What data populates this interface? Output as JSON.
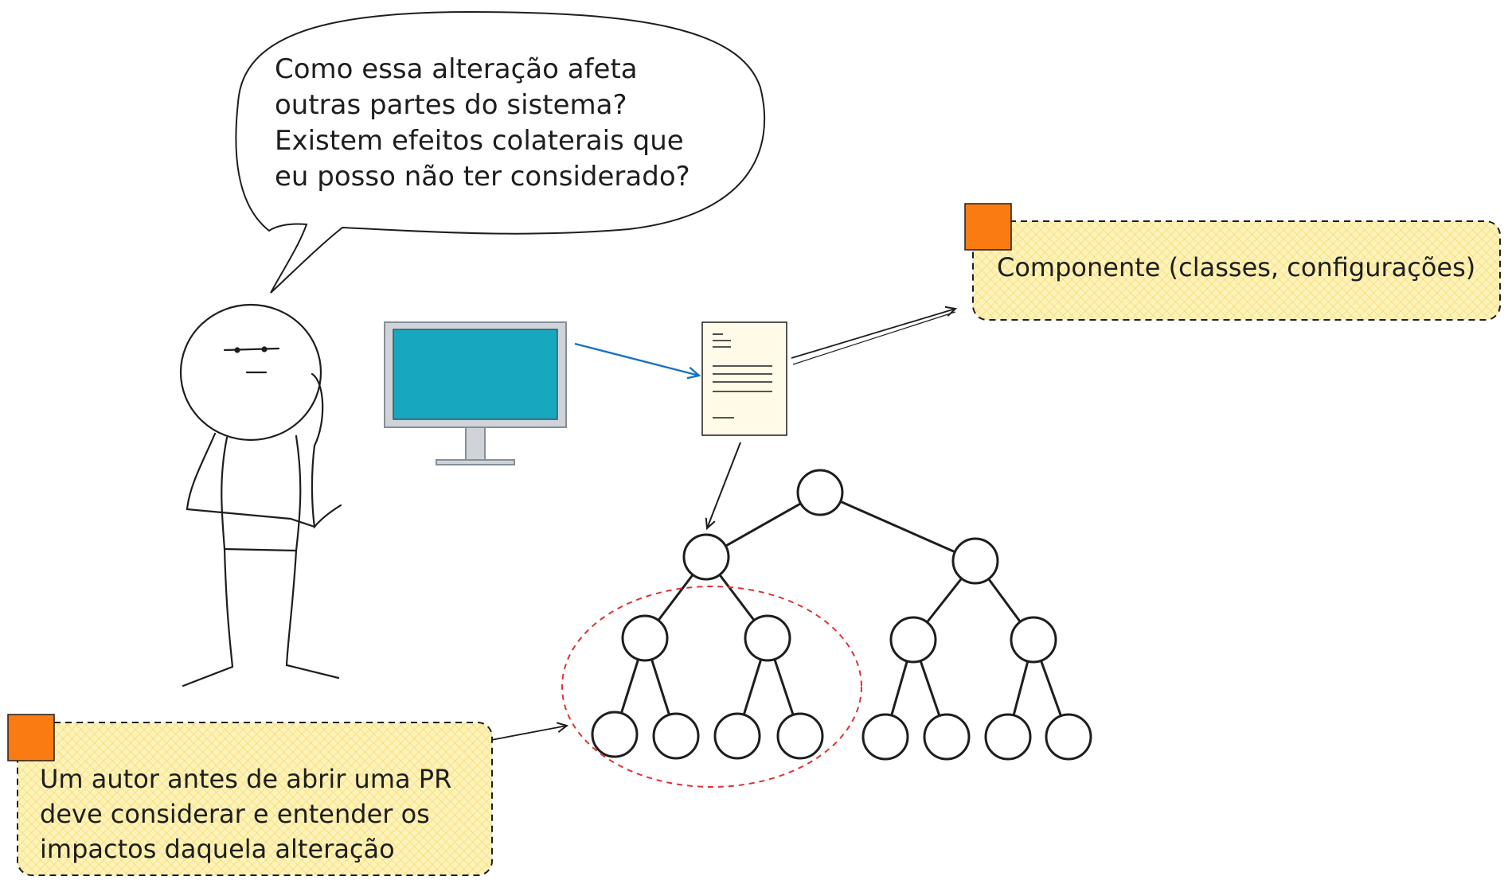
{
  "speech_bubble": {
    "lines": [
      "Como essa alteração afeta",
      "outras partes do sistema?",
      "Existem efeitos colaterais que",
      "eu posso não ter considerado?"
    ]
  },
  "note_component": {
    "text": "Componente (classes, configurações)",
    "fill_color": "#fdf3b8",
    "tag_color": "#f97b12"
  },
  "note_author": {
    "lines": [
      "Um autor antes de abrir uma PR",
      "deve considerar e entender os",
      "impactos daquela alteração"
    ],
    "fill_color": "#fdf3b8",
    "tag_color": "#f97b12"
  },
  "monitor": {
    "screen_color": "#17a8bf",
    "frame_color": "#ced4da"
  },
  "document": {
    "fill_color": "#fffbe8"
  },
  "arrows": {
    "monitor_to_doc_color": "#1971c2"
  },
  "highlight": {
    "color": "#e03131",
    "style": "dashed"
  },
  "tree": {
    "levels": 4,
    "node_count": 15
  }
}
